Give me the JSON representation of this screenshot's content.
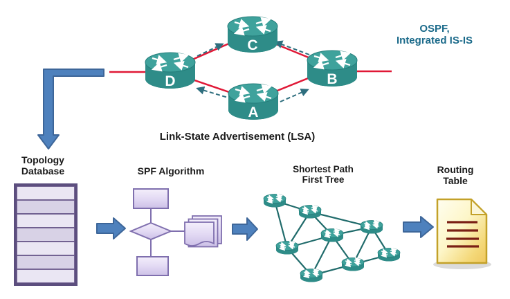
{
  "note": {
    "line1": "OSPF,",
    "line2": "Integrated IS-IS"
  },
  "lsa": {
    "caption": "Link-State Advertisement (LSA)",
    "routers": [
      {
        "label": "C"
      },
      {
        "label": "D"
      },
      {
        "label": "B"
      },
      {
        "label": "A"
      }
    ],
    "advertisement_flows": [
      "D to C",
      "B to C",
      "A to D",
      "A to B"
    ],
    "physical_links": [
      "left stub to D",
      "D-C",
      "D-A",
      "C-B",
      "A-B",
      "B to right stub"
    ]
  },
  "stages": {
    "topology_database": {
      "title_line1": "Topology",
      "title_line2": "Database",
      "row_count": 7
    },
    "spf_algorithm": {
      "title": "SPF Algorithm"
    },
    "spf_tree": {
      "title_line1": "Shortest Path",
      "title_line2": "First Tree",
      "node_count": 8,
      "link_count": 14
    },
    "routing_table": {
      "title_line1": "Routing",
      "title_line2": "Table",
      "text_line_count": 4
    }
  },
  "colors": {
    "router_body": "#2e8c88",
    "router_top": "#3fa29c",
    "link_red": "#e01836",
    "lsa_dashed_teal": "#2e6e7e",
    "flow_arrow_blue": "#4e81bd",
    "flow_arrow_border": "#3d6699",
    "table_border_purple": "#5c4e7e",
    "table_row_light": "#eae6f3",
    "table_row_dark": "#d8d2e6",
    "flowchart_fill": "#e3daf4",
    "flowchart_border": "#7f6fae",
    "tree_link": "#206b6b",
    "document_yellow": "#fdf6c8",
    "document_border": "#c3a129",
    "document_text_line": "#7a1f14",
    "note_text": "#1b6a8a"
  }
}
